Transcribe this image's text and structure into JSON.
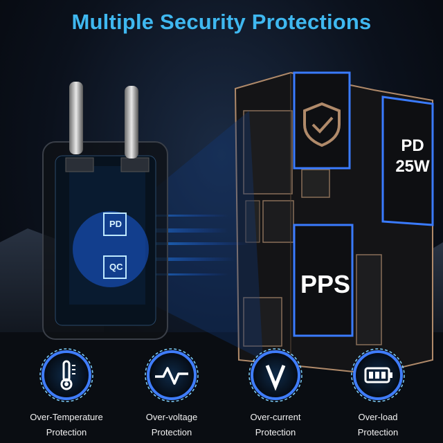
{
  "title": "Multiple Security Protections",
  "chips": {
    "pd_big": "PD",
    "pd_watt": "25W",
    "pps": "PPS",
    "pd_small": "PD",
    "qc_small": "QC"
  },
  "badges": [
    {
      "icon": "thermometer-icon",
      "line1": "Over-Temperature",
      "line2": "Protection"
    },
    {
      "icon": "voltage-wave-icon",
      "line1": "Over-voltage",
      "line2": "Protection"
    },
    {
      "icon": "letter-v-icon",
      "line1": "Over-current",
      "line2": "Protection"
    },
    {
      "icon": "battery-icon",
      "line1": "Over-load",
      "line2": "Protection"
    }
  ],
  "colors": {
    "accent": "#3fb8f0",
    "glow": "#2f7dff",
    "chip_frame": "#b08a6a"
  }
}
